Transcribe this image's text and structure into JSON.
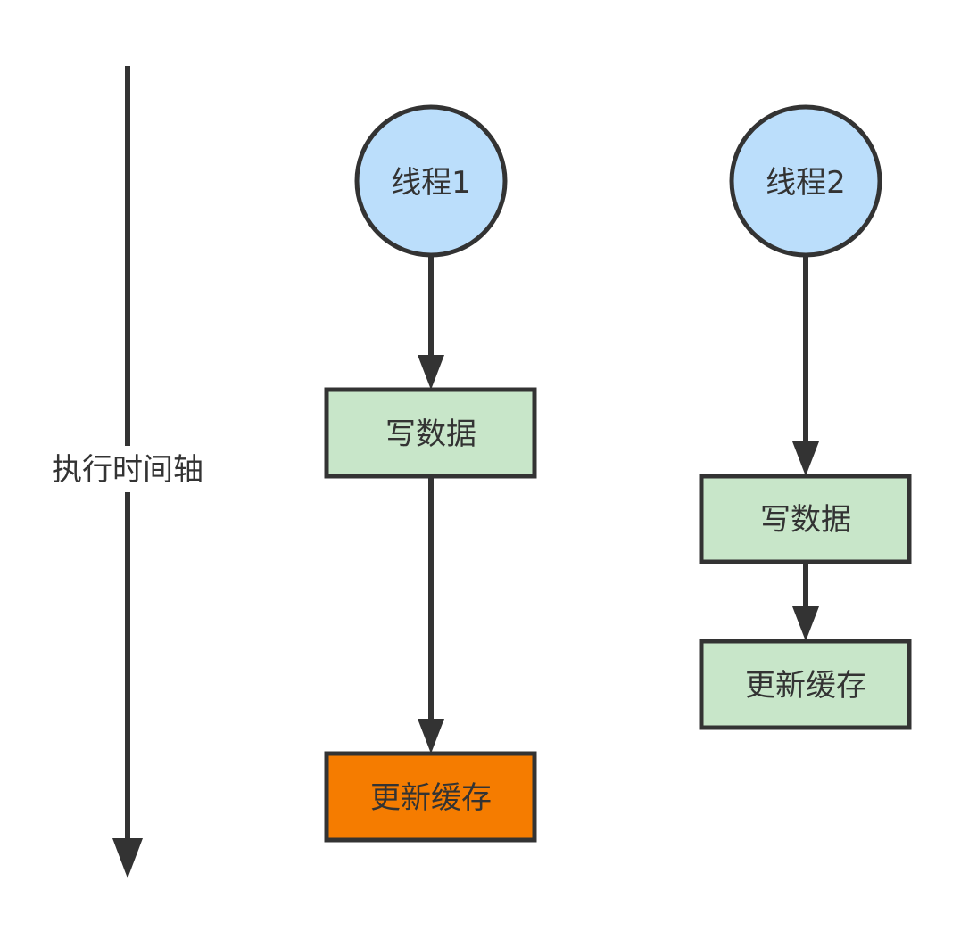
{
  "timeline": {
    "label": "执行时间轴"
  },
  "threads": [
    {
      "label": "线程1",
      "steps": [
        {
          "label": "写数据",
          "highlight": false
        },
        {
          "label": "更新缓存",
          "highlight": true
        }
      ]
    },
    {
      "label": "线程2",
      "steps": [
        {
          "label": "写数据",
          "highlight": false
        },
        {
          "label": "更新缓存",
          "highlight": false
        }
      ]
    }
  ],
  "colors": {
    "stroke": "#333333",
    "circle_fill": "#bbdefb",
    "box_fill": "#c8e6c9",
    "highlight_fill": "#f57c00",
    "text": "#333333"
  }
}
